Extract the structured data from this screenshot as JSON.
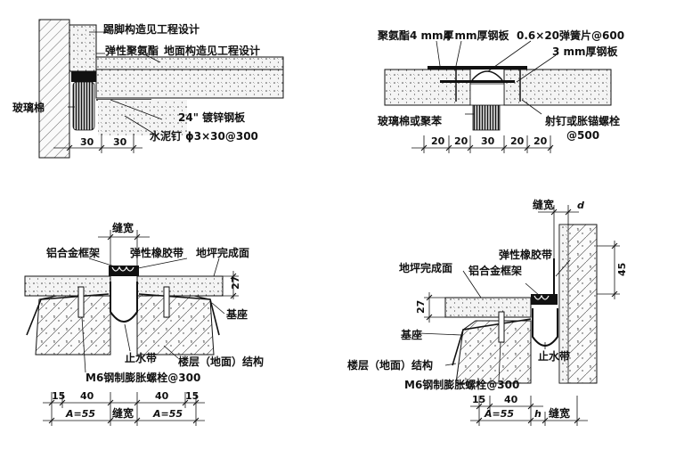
{
  "detail1": {
    "skirting_note": "踢脚构造见工程设计",
    "sealant": "弹性聚氨酯",
    "floor_note": "地面构造见工程设计",
    "glass_wool": "玻璃棉",
    "galv_sheet": "24\" 镀锌钢板",
    "cement_nail": "水泥钉 ϕ3×30@300",
    "dim_a": "30",
    "dim_b": "30"
  },
  "detail2": {
    "pu": "聚氨酯4 mm厚",
    "steel_4": "4 mm厚钢板",
    "spring": "0.6×20弹簧片@600",
    "steel_3": "3 mm厚钢板",
    "glass_or_foam": "玻璃棉或聚苯",
    "bolt": "射钉或胀锚螺栓",
    "bolt_spacing": "@500",
    "dims": [
      "20",
      "20",
      "30",
      "20",
      "20"
    ]
  },
  "detail3": {
    "gap": "缝宽",
    "frame": "铝合金框架",
    "rubber": "弹性橡胶带",
    "finish": "地坪完成面",
    "base": "基座",
    "dim_27": "27",
    "waterstop": "止水带",
    "structure": "楼层（地面）结构",
    "m6": "M6钢制膨胀螺栓@300",
    "dims_top": [
      "15",
      "40",
      "40",
      "15"
    ],
    "a55_left": "A=55",
    "gap_bottom": "缝宽",
    "a55_right": "A=55"
  },
  "detail4": {
    "gap": "缝宽",
    "d": "d",
    "rubber": "弹性橡胶带",
    "finish": "地坪完成面",
    "frame": "铝合金框架",
    "dim_45": "45",
    "dim_27": "27",
    "base": "基座",
    "waterstop": "止水带",
    "structure": "楼层（地面）结构",
    "m6": "M6钢制膨胀螺栓@300",
    "dims_top": [
      "15",
      "40"
    ],
    "a55": "A=55",
    "h": "h",
    "gap_bottom": "缝宽"
  }
}
